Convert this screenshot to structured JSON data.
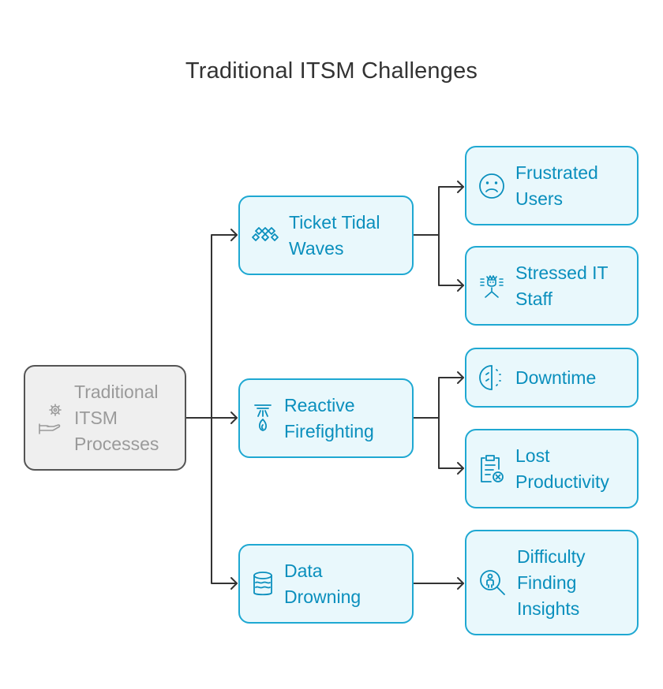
{
  "title": "Traditional ITSM Challenges",
  "colors": {
    "accent": "#1ea8d2",
    "accent_text": "#0a8fbd",
    "node_fill": "#e9f8fc",
    "root_fill": "#efefef",
    "root_border": "#545454",
    "root_text": "#9a9a9a",
    "edge": "#333333"
  },
  "root": {
    "id": "root",
    "label": "Traditional ITSM Processes",
    "icon": "gear-hand-icon"
  },
  "nodes": [
    {
      "id": "ticket",
      "label": "Ticket Tidal Waves",
      "icon": "tidal-waves-icon",
      "parent": "root"
    },
    {
      "id": "reactive",
      "label": "Reactive Firefighting",
      "icon": "fire-sprinkler-icon",
      "parent": "root"
    },
    {
      "id": "data",
      "label": "Data Drowning",
      "icon": "database-waves-icon",
      "parent": "root"
    },
    {
      "id": "frustrated",
      "label": "Frustrated Users",
      "icon": "sad-face-icon",
      "parent": "ticket"
    },
    {
      "id": "stressed",
      "label": "Stressed IT Staff",
      "icon": "stressed-person-icon",
      "parent": "ticket"
    },
    {
      "id": "downtime",
      "label": "Downtime",
      "icon": "half-clock-icon",
      "parent": "reactive"
    },
    {
      "id": "lost",
      "label": "Lost Productivity",
      "icon": "clipboard-x-icon",
      "parent": "reactive"
    },
    {
      "id": "difficulty",
      "label": "Difficulty Finding Insights",
      "icon": "person-search-icon",
      "parent": "data"
    }
  ]
}
